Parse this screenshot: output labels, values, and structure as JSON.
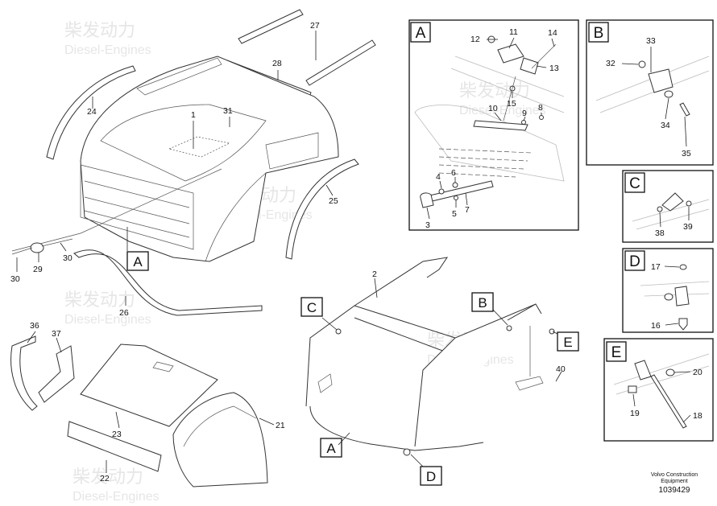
{
  "watermark": {
    "cn": "柴发动力",
    "en": "Diesel-Engines"
  },
  "callouts": [
    "A",
    "B",
    "C",
    "D",
    "E"
  ],
  "part_numbers": {
    "p1": "1",
    "p2": "2",
    "p3": "3",
    "p4": "4",
    "p5": "5",
    "p6": "6",
    "p7": "7",
    "p8": "8",
    "p9": "9",
    "p10": "10",
    "p11": "11",
    "p12": "12",
    "p13": "13",
    "p14": "14",
    "p15": "15",
    "p16": "16",
    "p17": "17",
    "p18": "18",
    "p19": "19",
    "p20": "20",
    "p21": "21",
    "p22": "22",
    "p23": "23",
    "p24": "24",
    "p25": "25",
    "p26": "26",
    "p27": "27",
    "p28": "28",
    "p29": "29",
    "p30": "30",
    "p31": "31",
    "p32": "32",
    "p33": "33",
    "p34": "34",
    "p35": "35",
    "p36": "36",
    "p37": "37",
    "p38": "38",
    "p39": "39",
    "p40": "40"
  },
  "footer": {
    "brand_line1": "Volvo Construction",
    "brand_line2": "Equipment",
    "drawing_number": "1039429"
  }
}
